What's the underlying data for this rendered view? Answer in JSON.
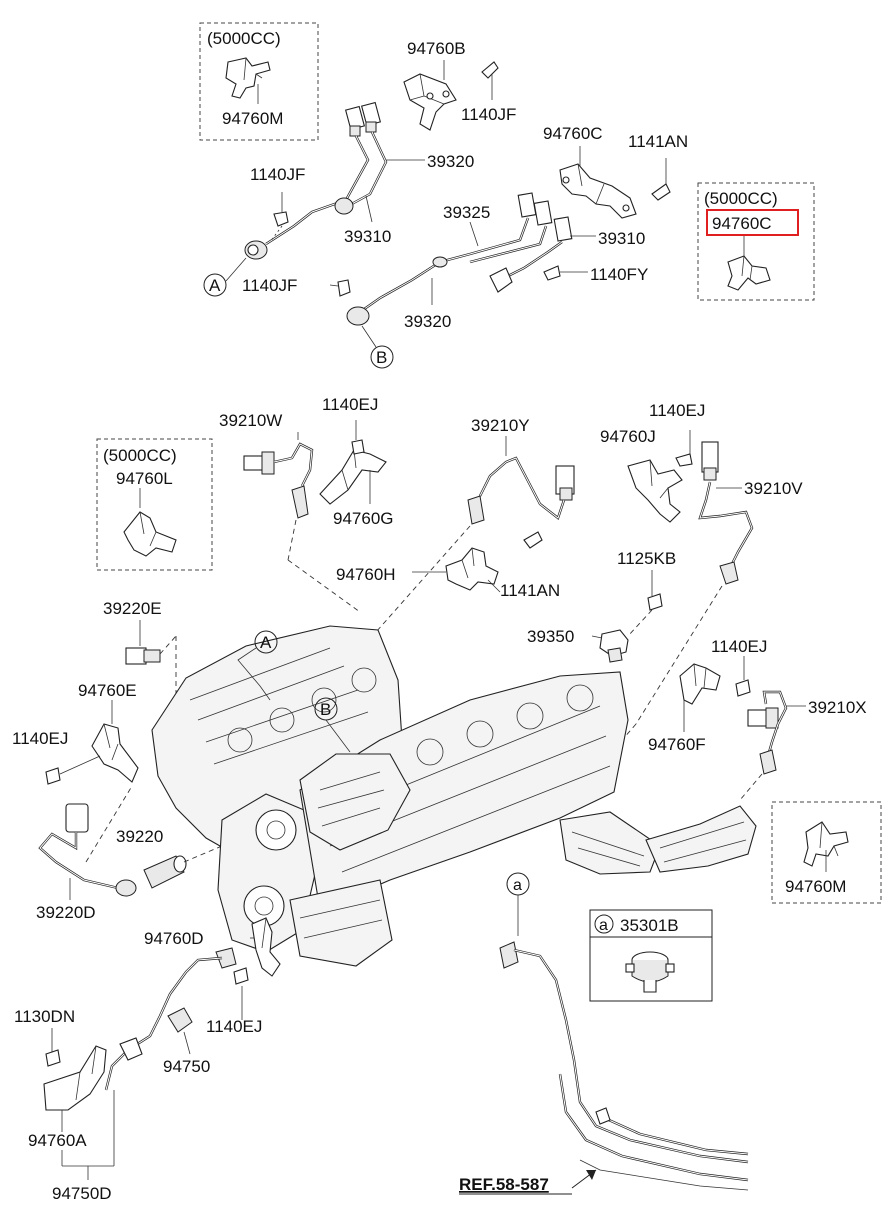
{
  "labels": {
    "opt_5000cc_1": "(5000CC)",
    "p94760M_top": "94760M",
    "p94760B": "94760B",
    "p1140JF_a": "1140JF",
    "p39320_a": "39320",
    "p1140JF_b": "1140JF",
    "p39310_a": "39310",
    "p94760C_a": "94760C",
    "p1141AN_a": "1141AN",
    "opt_5000cc_2": "(5000CC)",
    "p94760C_hl": "94760C",
    "p39325": "39325",
    "p39310_b": "39310",
    "p1140FY": "1140FY",
    "p1140JF_c": "1140JF",
    "p39320_b": "39320",
    "callout_A_top": "A",
    "callout_B_top": "B",
    "p39210W": "39210W",
    "p1140EJ_a": "1140EJ",
    "p39210Y": "39210Y",
    "p1140EJ_b": "1140EJ",
    "p94760J": "94760J",
    "p39210V": "39210V",
    "opt_5000cc_3": "(5000CC)",
    "p94760L": "94760L",
    "p94760G": "94760G",
    "p94760H": "94760H",
    "p1141AN_b": "1141AN",
    "p1125KB": "1125KB",
    "p39220E": "39220E",
    "p39350": "39350",
    "callout_A_eng": "A",
    "p1140EJ_c": "1140EJ",
    "p94760E": "94760E",
    "callout_B_eng": "B",
    "p39210X": "39210X",
    "p1140EJ_d": "1140EJ",
    "p94760F": "94760F",
    "p39220": "39220",
    "p94760M_right": "94760M",
    "p39220D": "39220D",
    "callout_a_small": "a",
    "legend_a": "a",
    "legend_part": "35301B",
    "p94760D": "94760D",
    "p1140EJ_e": "1140EJ",
    "p1130DN": "1130DN",
    "p94750": "94750",
    "p94760A": "94760A",
    "p94750D": "94750D",
    "ref_label": "REF.58-587"
  },
  "highlight_color": "#e02020"
}
